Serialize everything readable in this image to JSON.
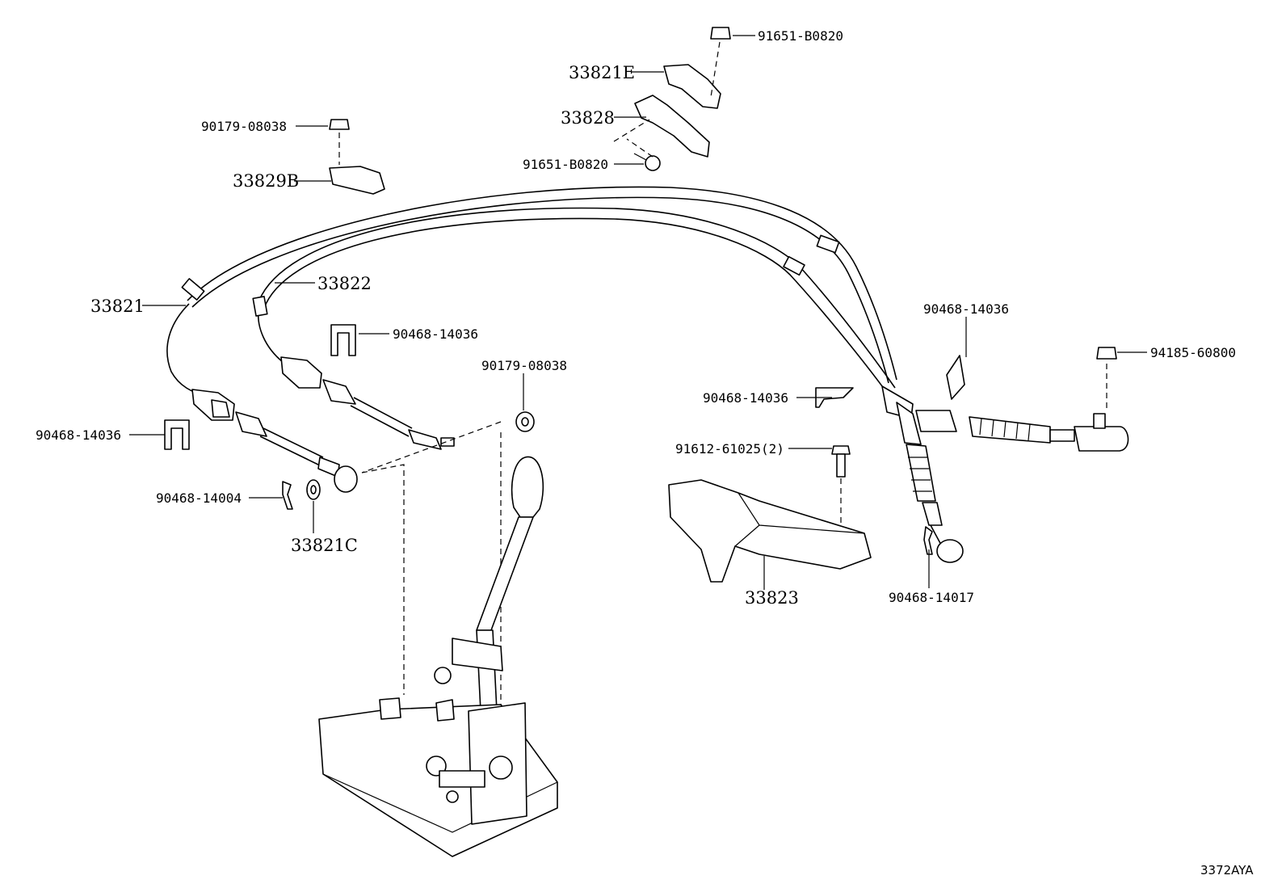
{
  "labels": {
    "bolt_top": "91651-B0820",
    "bracket_33821E": "33821E",
    "bracket_33828": "33828",
    "bolt_mid": "91651-B0820",
    "nut_left_top": "90179-08038",
    "clamp_33829B": "33829B",
    "cable_33821": "33821",
    "cable_33822": "33822",
    "clip_upper_mid": "90468-14036",
    "clip_left": "90468-14036",
    "nut_center": "90179-08038",
    "pin_left": "90468-14004",
    "washer_33821C": "33821C",
    "clip_right_top": "90468-14036",
    "bolt_right": "94185-60800",
    "clip_right_mid": "90468-14036",
    "bolt_bracket": "91612-61025(2)",
    "bracket_33823": "33823",
    "pin_right": "90468-14017"
  },
  "diagram_id": "3372AYA"
}
